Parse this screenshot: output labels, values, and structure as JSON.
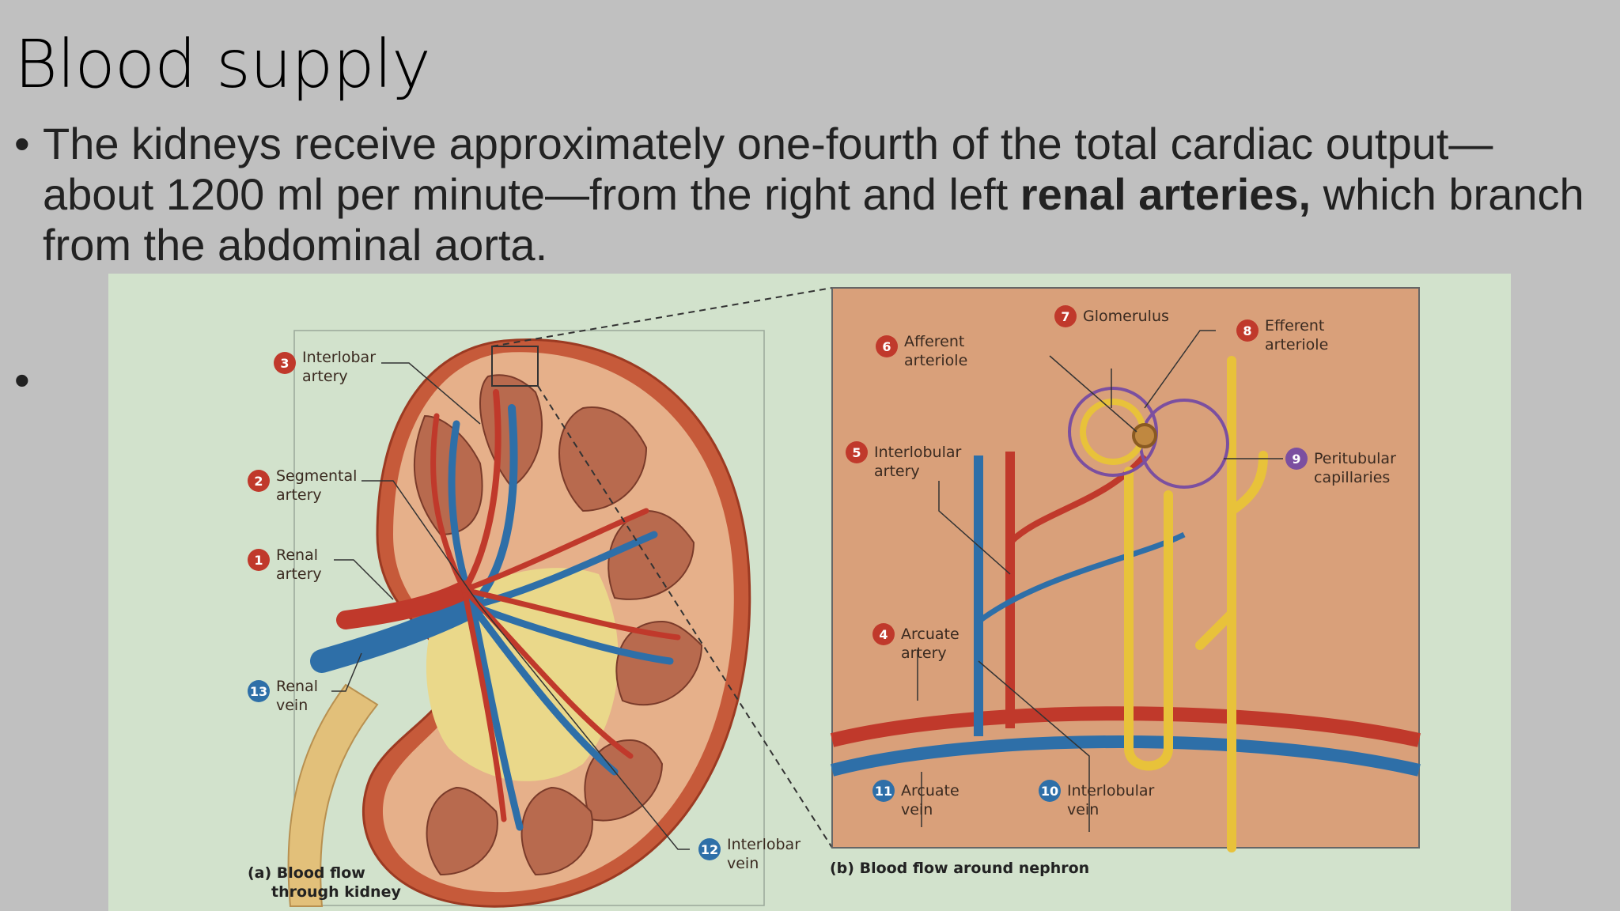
{
  "slide": {
    "title": "Blood supply",
    "bullet_char": "•",
    "bullet_text_1": "The kidneys receive approximately one-fourth of the total cardiac output—about 1200 ml per minute—from the right and left ",
    "bullet_bold": "renal arteries,",
    "bullet_text_2": " which branch from the abdominal aorta."
  },
  "figure": {
    "colors": {
      "artery": "#c0392b",
      "vein": "#2e6fa8",
      "tubule": "#e8c23a",
      "capillary": "#7b4fa0",
      "tissue": "#d9a07a",
      "background": "#d2e2cc"
    },
    "labels": {
      "l3": {
        "num": "3",
        "line1": "Interlobar",
        "line2": "artery"
      },
      "l2": {
        "num": "2",
        "line1": "Segmental",
        "line2": "artery"
      },
      "l1": {
        "num": "1",
        "line1": "Renal",
        "line2": "artery"
      },
      "l13": {
        "num": "13",
        "line1": "Renal",
        "line2": "vein"
      },
      "l12": {
        "num": "12",
        "line1": "Interlobar",
        "line2": "vein"
      },
      "l7": {
        "num": "7",
        "line1": "Glomerulus"
      },
      "l6": {
        "num": "6",
        "line1": "Afferent",
        "line2": "arteriole"
      },
      "l8": {
        "num": "8",
        "line1": "Efferent",
        "line2": "arteriole"
      },
      "l5": {
        "num": "5",
        "line1": "Interlobular",
        "line2": "artery"
      },
      "l9": {
        "num": "9",
        "line1": "Peritubular",
        "line2": "capillaries"
      },
      "l4": {
        "num": "4",
        "line1": "Arcuate",
        "line2": "artery"
      },
      "l11": {
        "num": "11",
        "line1": "Arcuate",
        "line2": "vein"
      },
      "l10": {
        "num": "10",
        "line1": "Interlobular",
        "line2": "vein"
      }
    },
    "captions": {
      "a_line1": "(a) Blood flow",
      "a_line2": "through kidney",
      "b": "(b) Blood flow around nephron"
    }
  }
}
